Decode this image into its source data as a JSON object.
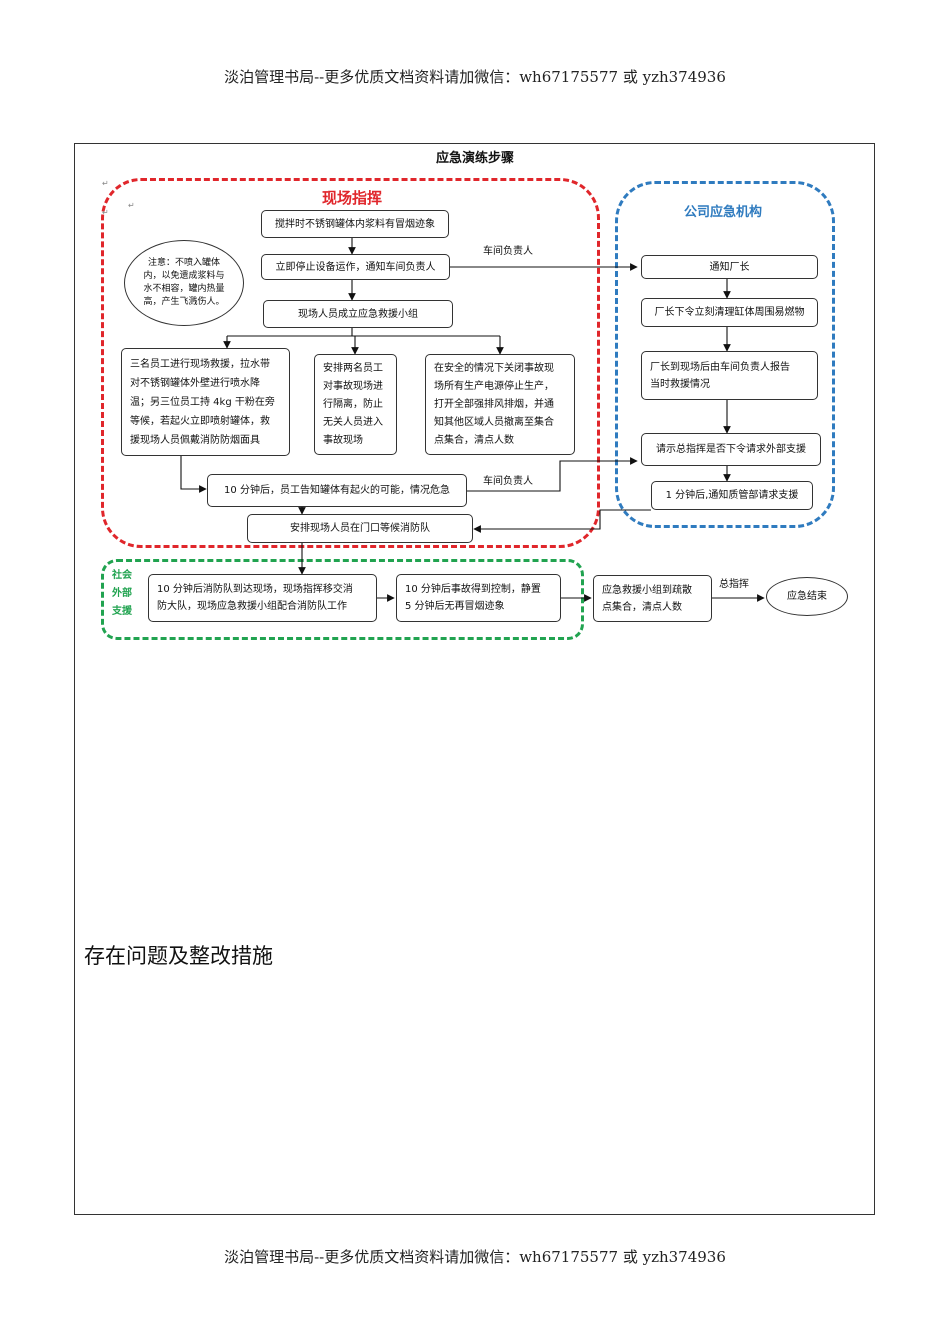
{
  "header_text": "淡泊管理书局--更多优质文档资料请加微信：wh67175577 或 yzh374936",
  "footer_text": "淡泊管理书局--更多优质文档资料请加微信：wh67175577 或 yzh374936",
  "diagram": {
    "title": "应急演练步骤",
    "zones": {
      "onsite": "现场指挥",
      "company": "公司应急机构",
      "external": "社会\n外部\n支援"
    },
    "colors": {
      "onsite": "#e0262b",
      "company": "#2f7bbf",
      "external": "#21a350"
    },
    "nodes": {
      "n1": "搅拌时不锈钢罐体内浆料有冒烟迹象",
      "n2": "立即停止设备运作，通知车间负责人",
      "n3": "现场人员成立应急救援小组",
      "note": "注意：不喷入罐体\n内，以免遗成浆料与\n水不相容，罐内热量\n高，产生飞溅伤人。",
      "n4": "三名员工进行现场救援，拉水带\n对不锈钢罐体外壁进行喷水降\n温；另三位员工持 4kg 干粉在旁\n等候，若起火立即喷射罐体，救\n援现场人员佩戴消防防烟面具",
      "n5": "安排两名员工\n对事故现场进\n行隔离，防止\n无关人员进入\n事故现场",
      "n6": "在安全的情况下关闭事故现\n场所有生产电源停止生产，\n打开全部强排风排烟，并通\n知其他区域人员撤离至集合\n点集合，清点人数",
      "n7": "10 分钟后，员工告知罐体有起火的可能，情况危急",
      "n8": "安排现场人员在门口等候消防队",
      "c1": "通知厂长",
      "c2": "厂长下令立刻清理缸体周围易燃物",
      "c3": "厂长到现场后由车间负责人报告\n当时救援情况",
      "c4": "请示总指挥是否下令请求外部支援",
      "c5": "1 分钟后,通知质管部请求支援",
      "e1": "10 分钟后消防队到达现场，现场指挥移交消\n防大队，现场应急救援小组配合消防队工作",
      "e2": "10 分钟后事故得到控制，静置\n5 分钟后无再冒烟迹象",
      "e3": "应急救援小组到疏散\n点集合，清点人数",
      "end": "应急结束"
    },
    "edge_labels": {
      "l1": "车间负责人",
      "l2": "车间负责人",
      "l3": "总指挥"
    }
  },
  "section_heading": "存在问题及整改措施"
}
